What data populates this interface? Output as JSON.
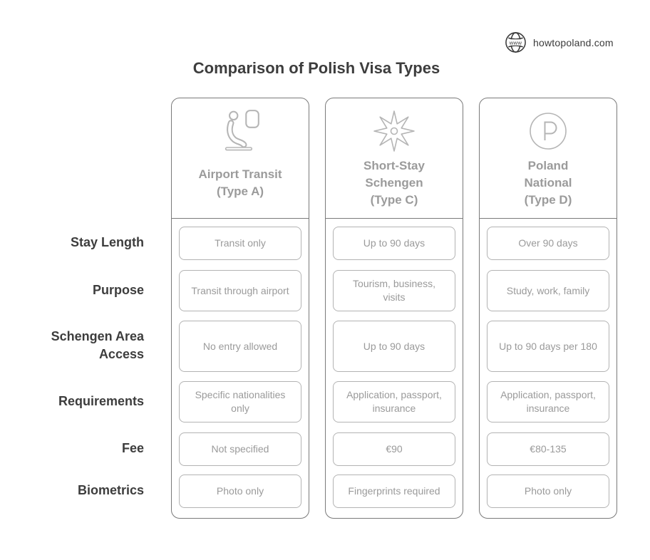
{
  "logo": {
    "icon": "globe-www-icon",
    "globe_label": "www",
    "site_text": "howtopoland.com"
  },
  "title": "Comparison of Polish Visa Types",
  "row_labels": [
    "Stay Length",
    "Purpose",
    "Schengen Area Access",
    "Requirements",
    "Fee",
    "Biometrics"
  ],
  "columns": [
    {
      "id": "type-a",
      "icon": "airplane-seat-icon",
      "title": "Airport Transit (Type A)",
      "title_lines": [
        "Airport Transit",
        "(Type A)"
      ],
      "cells": [
        "Transit only",
        "Transit through airport",
        "No entry allowed",
        "Specific nationalities only",
        "Not specified",
        "Photo only"
      ]
    },
    {
      "id": "type-c",
      "icon": "schengen-star-icon",
      "title": "Short-Stay Schengen (Type C)",
      "title_lines": [
        "Short-Stay",
        "Schengen",
        "(Type C)"
      ],
      "cells": [
        "Up to 90 days",
        "Tourism, business, visits",
        "Up to 90 days",
        "Application, passport, insurance",
        "€90",
        "Fingerprints required"
      ]
    },
    {
      "id": "type-d",
      "icon": "p-circle-icon",
      "title": "Poland National (Type D)",
      "title_lines": [
        "Poland",
        "National",
        "(Type D)"
      ],
      "cells": [
        "Over 90 days",
        "Study, work, family",
        "Up to 90 days per 180",
        "Application, passport, insurance",
        "€80-135",
        "Photo only"
      ]
    }
  ],
  "colors": {
    "background": "#ffffff",
    "title_text": "#3d3d3d",
    "label_text": "#3d3d3d",
    "header_text": "#9b9b9b",
    "cell_text": "#9a9a9a",
    "card_border": "#7a7a7a",
    "cell_border": "#b3b3b3",
    "icon_stroke": "#b5b5b5",
    "logo_color": "#3a3a3a"
  }
}
